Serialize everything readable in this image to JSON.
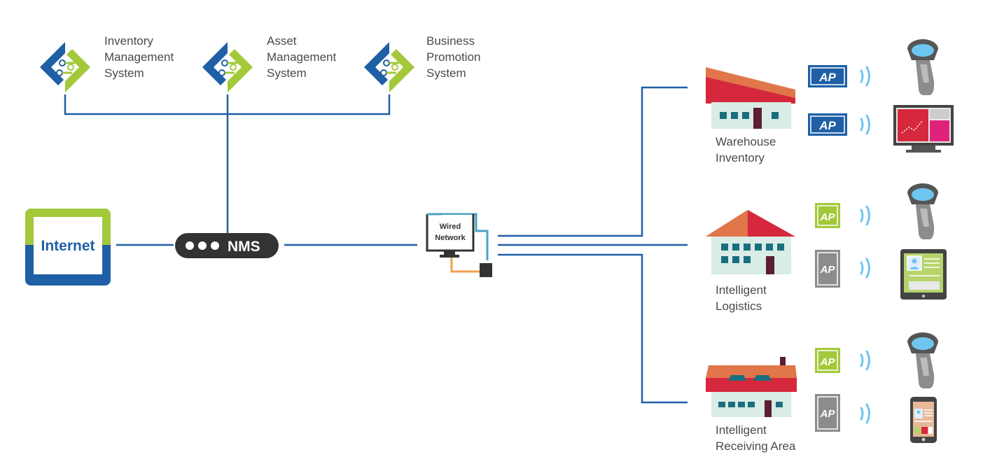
{
  "systems": [
    {
      "line1": "Inventory",
      "line2": "Management",
      "line3": "System"
    },
    {
      "line1": "Asset",
      "line2": "Management",
      "line3": "System"
    },
    {
      "line1": "Business",
      "line2": "Promotion",
      "line3": "System"
    }
  ],
  "internet": {
    "label": "Internet"
  },
  "nms": {
    "label": "NMS"
  },
  "wired": {
    "line1": "Wired",
    "line2": "Network"
  },
  "sites": [
    {
      "line1": "Warehouse",
      "line2": "Inventory"
    },
    {
      "line1": "Intelligent",
      "line2": "Logistics"
    },
    {
      "line1": "Intelligent",
      "line2": "Receiving Area"
    }
  ],
  "ap_label": "AP",
  "colors": {
    "line": "#1f5fa6",
    "blue": "#1f5fa6",
    "green": "#a3c93a",
    "gray": "#8c8c8c",
    "red": "#d6283c",
    "orange": "#e0764a",
    "teal": "#1a6e7d",
    "wifi": "#6ec6ef",
    "dark": "#333333"
  }
}
